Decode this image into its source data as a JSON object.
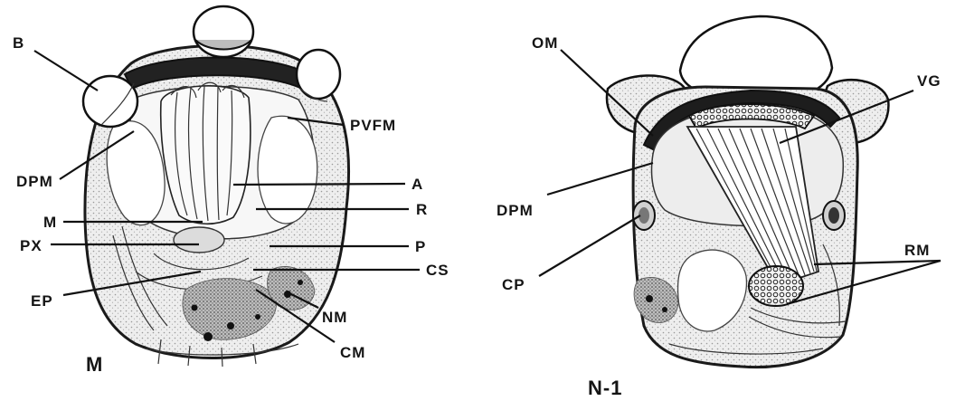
{
  "figures": [
    {
      "id": "M",
      "caption": "M",
      "labels": [
        "B",
        "PVFM",
        "DPM",
        "A",
        "M",
        "R",
        "PX",
        "P",
        "CS",
        "EP",
        "NM",
        "CM"
      ]
    },
    {
      "id": "N-1",
      "caption": "N-1",
      "labels": [
        "OM",
        "VG",
        "DPM",
        "CP",
        "RM"
      ]
    }
  ],
  "colors": {
    "ink": "#151515",
    "stipple": "#cfcfcf",
    "body_fill": "#e3e3e3",
    "paper": "#ffffff"
  }
}
